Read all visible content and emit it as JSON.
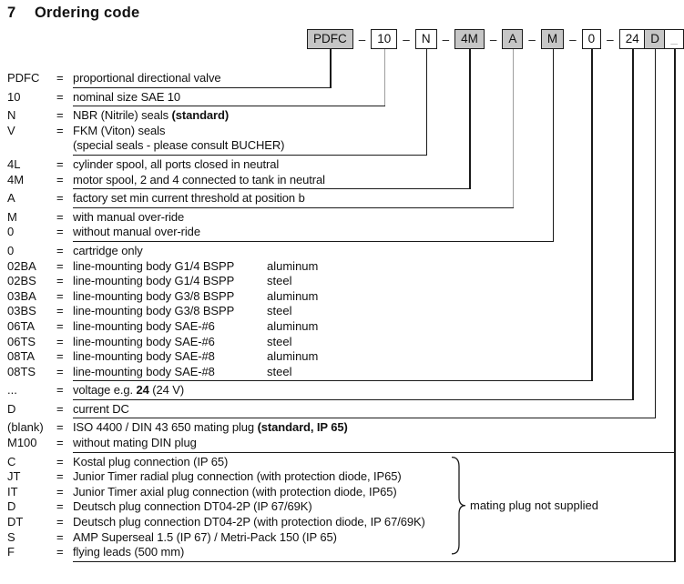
{
  "title": {
    "number": "7",
    "text": "Ordering code"
  },
  "colors": {
    "box_fill": "#c6c6c6",
    "line": "#1a1a1a",
    "muted_line": "#9e9e9e"
  },
  "code_boxes": [
    {
      "code": "PDFC",
      "filled": true,
      "sep": false
    },
    {
      "code": "10",
      "filled": false,
      "sep": true
    },
    {
      "code": "N",
      "filled": false,
      "sep": true
    },
    {
      "code": "4M",
      "filled": true,
      "sep": true
    },
    {
      "code": "A",
      "filled": true,
      "sep": true
    },
    {
      "code": "M",
      "filled": true,
      "sep": true
    },
    {
      "code": "0",
      "filled": false,
      "sep": true
    },
    {
      "code": "24",
      "filled": false,
      "sep": true
    },
    {
      "code": "D",
      "filled": true,
      "sep": false
    },
    {
      "code": "_",
      "filled": false,
      "sep": false
    }
  ],
  "separator": "–",
  "groups": [
    {
      "rows": [
        {
          "label": "PDFC",
          "parts": [
            {
              "t": "proportional directional valve"
            }
          ]
        }
      ]
    },
    {
      "rows": [
        {
          "label": "10",
          "parts": [
            {
              "t": "nominal size SAE 10"
            }
          ]
        }
      ]
    },
    {
      "rows": [
        {
          "label": "N",
          "parts": [
            {
              "t": "NBR (Nitrile) seals  "
            },
            {
              "t": "(standard)",
              "b": true
            }
          ]
        },
        {
          "label": "V",
          "parts": [
            {
              "t": "FKM (Viton) seals"
            }
          ]
        },
        {
          "label": "",
          "parts": [
            {
              "t": "(special seals - please consult BUCHER)"
            }
          ]
        }
      ]
    },
    {
      "rows": [
        {
          "label": "4L",
          "parts": [
            {
              "t": "cylinder spool, all ports closed in neutral"
            }
          ]
        },
        {
          "label": "4M",
          "parts": [
            {
              "t": "motor spool, 2 and 4 connected to tank in neutral"
            }
          ]
        }
      ]
    },
    {
      "rows": [
        {
          "label": "A",
          "parts": [
            {
              "t": "factory set min current threshold at position b"
            }
          ]
        }
      ]
    },
    {
      "rows": [
        {
          "label": "M",
          "parts": [
            {
              "t": "with manual over-ride"
            }
          ]
        },
        {
          "label": "0",
          "parts": [
            {
              "t": "without manual over-ride"
            }
          ]
        }
      ]
    },
    {
      "rows": [
        {
          "label": "0",
          "parts": [
            {
              "t": "cartridge only"
            }
          ]
        },
        {
          "label": "02BA",
          "parts": [
            {
              "t": "line-mounting body G1/4 BSPP"
            }
          ],
          "material": "aluminum"
        },
        {
          "label": "02BS",
          "parts": [
            {
              "t": "line-mounting body G1/4 BSPP"
            }
          ],
          "material": "steel"
        },
        {
          "label": "03BA",
          "parts": [
            {
              "t": "line-mounting body G3/8 BSPP"
            }
          ],
          "material": "aluminum"
        },
        {
          "label": "03BS",
          "parts": [
            {
              "t": "line-mounting body G3/8 BSPP"
            }
          ],
          "material": "steel"
        },
        {
          "label": "06TA",
          "parts": [
            {
              "t": "line-mounting body SAE-#6"
            }
          ],
          "material": "aluminum"
        },
        {
          "label": "06TS",
          "parts": [
            {
              "t": "line-mounting body SAE-#6"
            }
          ],
          "material": "steel"
        },
        {
          "label": "08TA",
          "parts": [
            {
              "t": "line-mounting body SAE-#8"
            }
          ],
          "material": "aluminum"
        },
        {
          "label": "08TS",
          "parts": [
            {
              "t": "line-mounting body SAE-#8"
            }
          ],
          "material": "steel"
        }
      ]
    },
    {
      "rows": [
        {
          "label": "...",
          "parts": [
            {
              "t": "voltage e.g. "
            },
            {
              "t": "24",
              "b": true
            },
            {
              "t": " (24 V)"
            }
          ]
        }
      ]
    },
    {
      "rows": [
        {
          "label": "D",
          "parts": [
            {
              "t": "current  DC"
            }
          ]
        }
      ]
    },
    {
      "rows": [
        {
          "label": "(blank)",
          "parts": [
            {
              "t": "ISO 4400 / DIN 43 650 mating plug "
            },
            {
              "t": "(standard, IP 65)",
              "b": true
            }
          ]
        },
        {
          "label": "M100",
          "parts": [
            {
              "t": "without mating DIN plug"
            }
          ]
        }
      ]
    },
    {
      "rows": [
        {
          "label": "C",
          "parts": [
            {
              "t": "Kostal plug connection (IP 65)"
            }
          ]
        },
        {
          "label": "JT",
          "parts": [
            {
              "t": "Junior Timer radial plug connection (with protection diode, IP65)"
            }
          ]
        },
        {
          "label": "IT",
          "parts": [
            {
              "t": "Junior Timer axial plug connection (with protection diode, IP65)"
            }
          ]
        },
        {
          "label": "D",
          "parts": [
            {
              "t": "Deutsch plug connection DT04-2P (IP 67/69K)"
            }
          ]
        },
        {
          "label": "DT",
          "parts": [
            {
              "t": "Deutsch plug connection DT04-2P (with protection diode, IP 67/69K)"
            }
          ]
        },
        {
          "label": "S",
          "parts": [
            {
              "t": "AMP Superseal 1.5 (IP 67) / Metri-Pack 150 (IP 65)"
            }
          ]
        },
        {
          "label": "F",
          "parts": [
            {
              "t": "flying leads (500 mm)"
            }
          ]
        }
      ],
      "brace_note": "mating plug not supplied"
    }
  ]
}
